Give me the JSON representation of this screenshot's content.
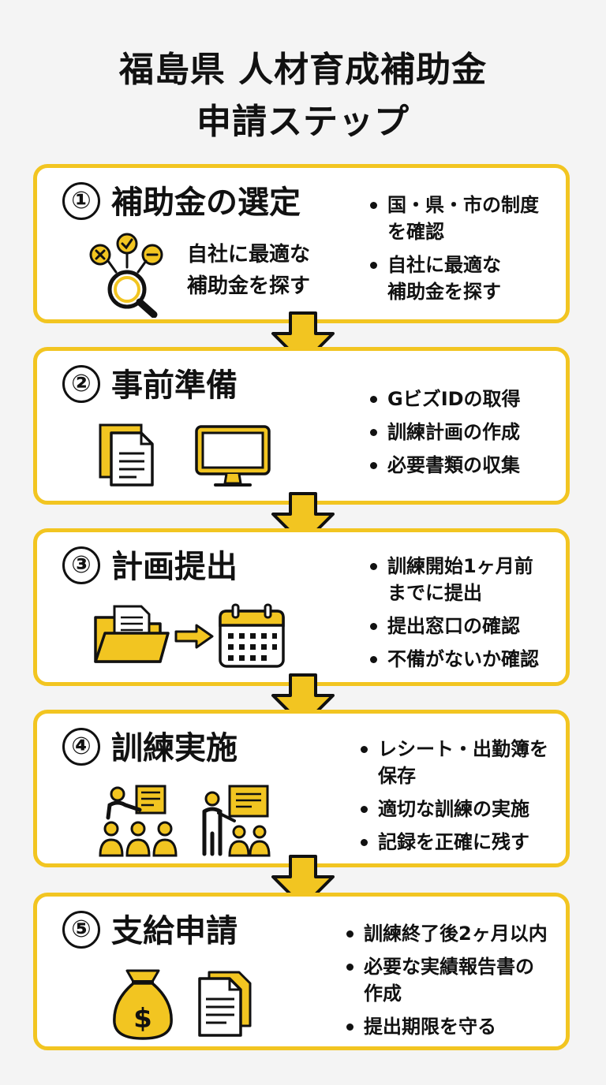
{
  "title": {
    "line1": "福島県 人材育成補助金",
    "line2": "申請ステップ"
  },
  "accent_color": "#f2c521",
  "steps": [
    {
      "number": "①",
      "title": "補助金の選定",
      "tagline": [
        "自社に最適な",
        "補助金を探す"
      ],
      "bullets": [
        "国・県・市の制度",
        "を確認",
        "自社に最適な",
        "補助金を探す"
      ],
      "icons": [
        "calculation-symbols-icon",
        "magnifier-icon"
      ]
    },
    {
      "number": "②",
      "title": "事前準備",
      "bullets": [
        "GビズIDの取得",
        "訓練計画の作成",
        "必要書類の収集"
      ],
      "icons": [
        "document-icon",
        "monitor-icon"
      ]
    },
    {
      "number": "③",
      "title": "計画提出",
      "bullets": [
        "訓練開始1ヶ月前",
        "までに提出",
        "提出窓口の確認",
        "不備がないか確認"
      ],
      "icons": [
        "folder-icon",
        "arrow-right-icon",
        "calendar-icon"
      ]
    },
    {
      "number": "④",
      "title": "訓練実施",
      "bullets": [
        "レシート・出勤簿を",
        "保存",
        "適切な訓練の実施",
        "記録を正確に残す"
      ],
      "icons": [
        "classroom-icon",
        "presenter-icon"
      ]
    },
    {
      "number": "⑤",
      "title": "支給申請",
      "bullets": [
        "訓練終了後2ヶ月以内",
        "必要な実績報告書の",
        "作成",
        "提出期限を守る"
      ],
      "icons": [
        "money-bag-icon",
        "document-icon"
      ]
    }
  ]
}
